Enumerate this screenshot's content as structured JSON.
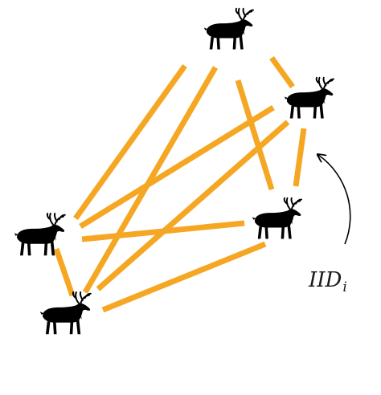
{
  "colors": {
    "edge": "#f5a623",
    "animal": "#000000",
    "arrow": "#000000"
  },
  "icons": {
    "node": "caribou-icon"
  },
  "label": {
    "main": "IID",
    "subscript": "i"
  },
  "nodes": [
    {
      "id": "top"
    },
    {
      "id": "upper-right"
    },
    {
      "id": "left"
    },
    {
      "id": "right"
    },
    {
      "id": "bottom-left"
    }
  ],
  "edges": [
    {
      "from": "top",
      "to": "left"
    },
    {
      "from": "top",
      "to": "bottom-left"
    },
    {
      "from": "top",
      "to": "right"
    },
    {
      "from": "top",
      "to": "upper-right"
    },
    {
      "from": "upper-right",
      "to": "left"
    },
    {
      "from": "upper-right",
      "to": "bottom-left"
    },
    {
      "from": "upper-right",
      "to": "right"
    },
    {
      "from": "left",
      "to": "right"
    },
    {
      "from": "left",
      "to": "bottom-left"
    },
    {
      "from": "bottom-left",
      "to": "right"
    }
  ]
}
